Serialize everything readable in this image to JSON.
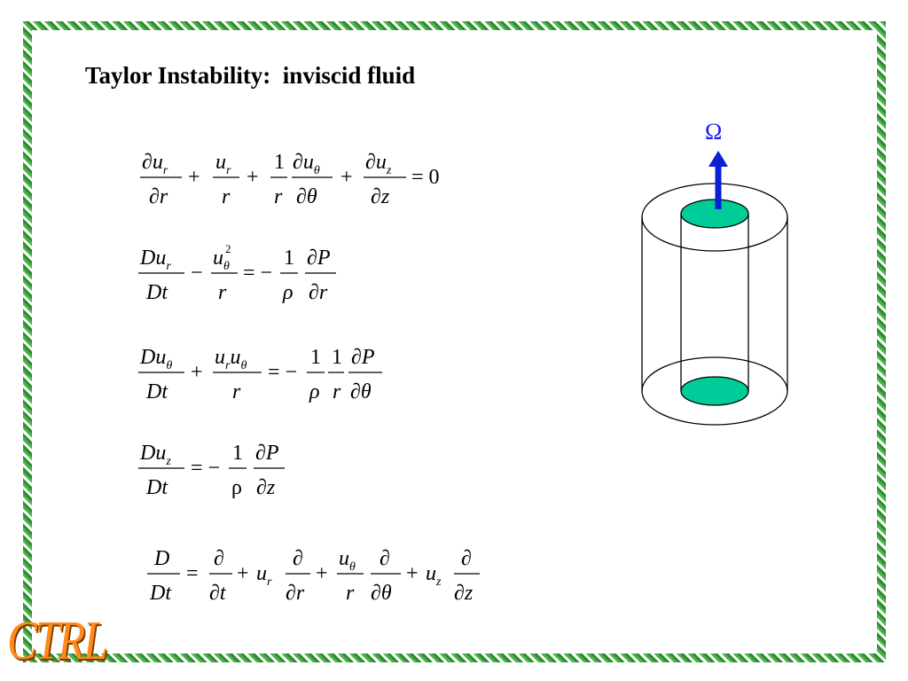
{
  "slide": {
    "title": "Taylor Instability:  inviscid fluid",
    "logo_text": "CTRL",
    "omega_label": "Ω"
  },
  "colors": {
    "border": "#3fa63f",
    "inner_cylinder_fill": "#00cc99",
    "arrow": "#0a1fd6",
    "omega": "#1a1aff",
    "logo": "#ff8a1a"
  },
  "equations": {
    "continuity": "∂u_r/∂r + u_r/r + (1/r) ∂u_θ/∂θ + ∂u_z/∂z = 0",
    "radial_momentum": "Du_r/Dt − u_θ²/r = −(1/ρ) ∂P/∂r",
    "azimuthal_momentum": "Du_θ/Dt + u_r u_θ/r = −(1/ρ)(1/r) ∂P/∂θ",
    "axial_momentum": "Du_z/Dt = −(1/ρ) ∂P/∂z",
    "material_derivative": "D/Dt = ∂/∂t + u_r ∂/∂r + (u_θ/r) ∂/∂θ + u_z ∂/∂z"
  }
}
